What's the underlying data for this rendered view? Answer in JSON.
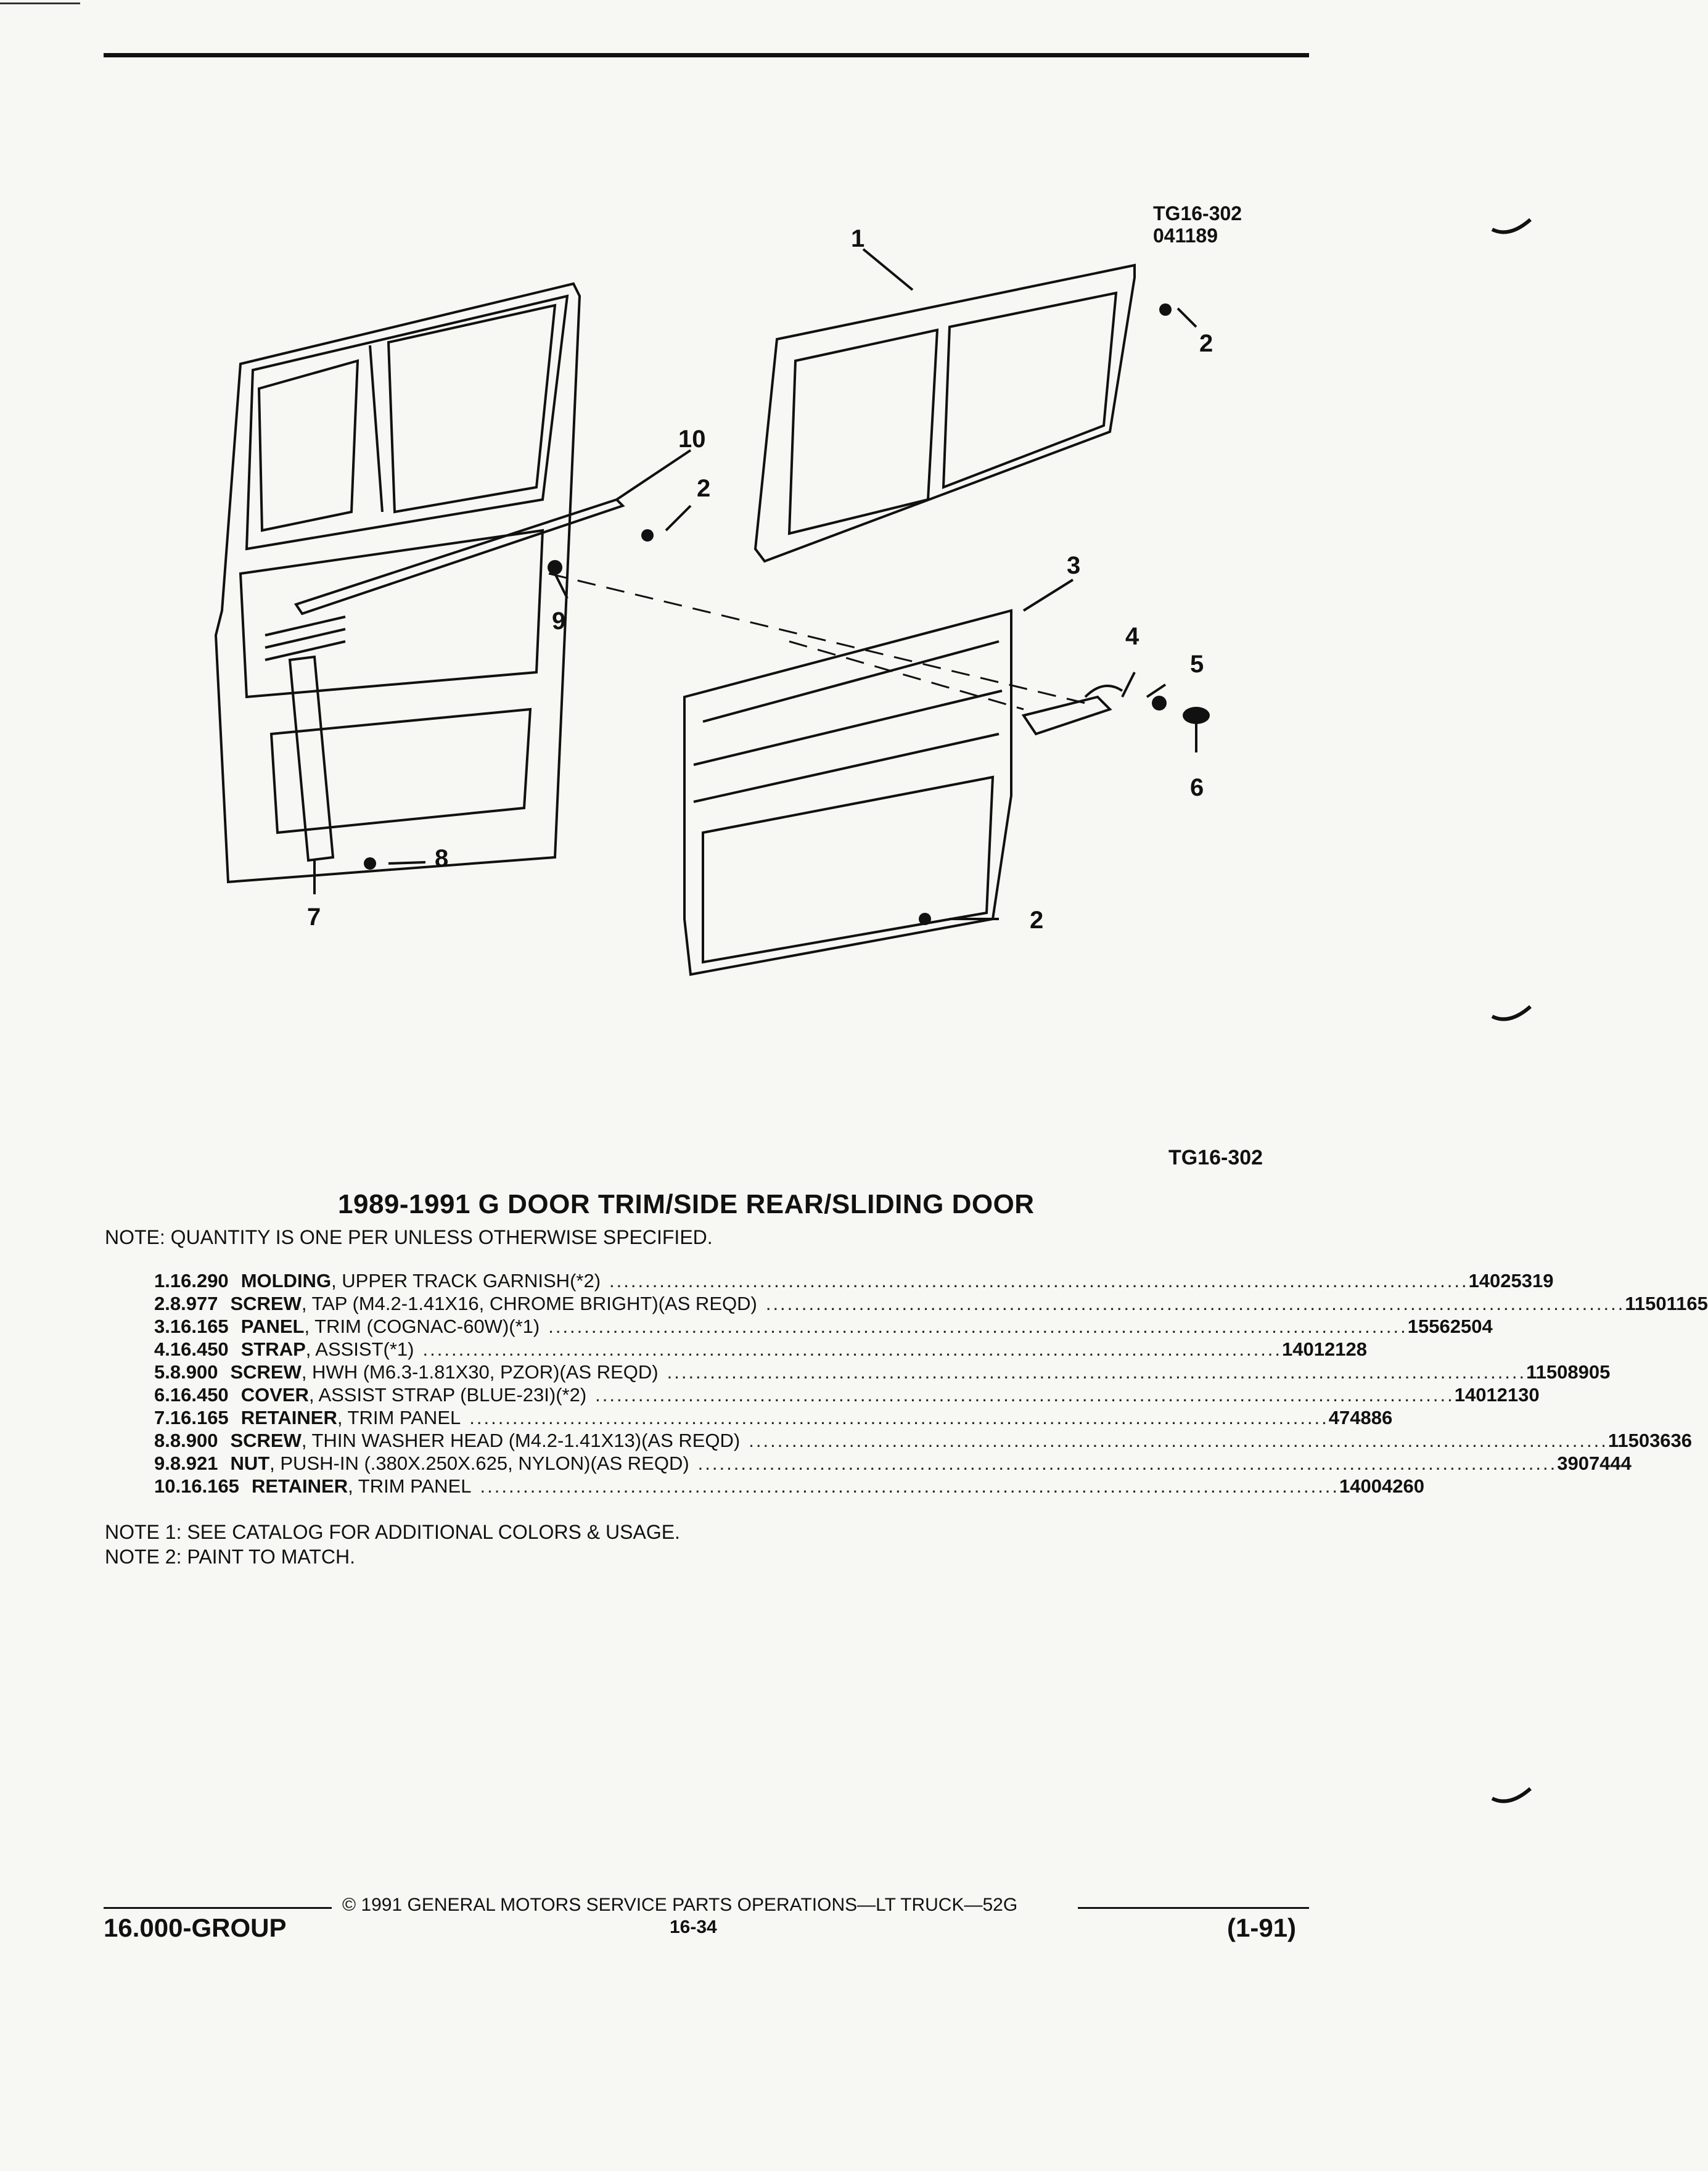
{
  "header": {
    "figure_code": "TG16-302",
    "figure_date": "041189"
  },
  "diagram": {
    "callouts": [
      "1",
      "2",
      "10",
      "2",
      "3",
      "9",
      "4",
      "5",
      "6",
      "8",
      "7",
      "2"
    ]
  },
  "figure_code_bottom": "TG16-302",
  "title": "1989-1991 G DOOR TRIM/SIDE REAR/SLIDING DOOR",
  "note_top": "NOTE:  QUANTITY IS ONE PER UNLESS OTHERWISE SPECIFIED.",
  "parts": [
    {
      "num": "1.",
      "group": "16.290",
      "name": "MOLDING",
      "detail": ", UPPER TRACK GARNISH(*2)",
      "part_no": "14025319"
    },
    {
      "num": "2.",
      "group": "8.977",
      "name": "SCREW",
      "detail": ", TAP (M4.2-1.41X16, CHROME BRIGHT)(AS REQD)",
      "part_no": "11501165"
    },
    {
      "num": "3.",
      "group": "16.165",
      "name": "PANEL",
      "detail": ", TRIM (COGNAC-60W)(*1)",
      "part_no": "15562504"
    },
    {
      "num": "4.",
      "group": "16.450",
      "name": "STRAP",
      "detail": ", ASSIST(*1)",
      "part_no": "14012128"
    },
    {
      "num": "5.",
      "group": "8.900",
      "name": "SCREW",
      "detail": ", HWH (M6.3-1.81X30, PZOR)(AS REQD)",
      "part_no": "11508905"
    },
    {
      "num": "6.",
      "group": "16.450",
      "name": "COVER",
      "detail": ", ASSIST STRAP (BLUE-23I)(*2)",
      "part_no": "14012130"
    },
    {
      "num": "7.",
      "group": "16.165",
      "name": "RETAINER",
      "detail": ", TRIM PANEL",
      "part_no": "474886"
    },
    {
      "num": "8.",
      "group": "8.900",
      "name": "SCREW",
      "detail": ", THIN WASHER HEAD (M4.2-1.41X13)(AS REQD)",
      "part_no": "11503636"
    },
    {
      "num": "9.",
      "group": "8.921",
      "name": "NUT",
      "detail": ", PUSH-IN (.380X.250X.625, NYLON)(AS REQD)",
      "part_no": "3907444"
    },
    {
      "num": "10.",
      "group": "16.165",
      "name": "RETAINER",
      "detail": ", TRIM PANEL",
      "part_no": "14004260"
    }
  ],
  "notes": [
    "NOTE  1:  SEE CATALOG FOR ADDITIONAL COLORS & USAGE.",
    "NOTE  2:  PAINT TO MATCH."
  ],
  "footer": {
    "copyright": "©  1991  GENERAL MOTORS SERVICE PARTS OPERATIONS—LT TRUCK—52G",
    "group": "16.000-GROUP",
    "page": "16-34",
    "date_code": "(1-91)"
  }
}
